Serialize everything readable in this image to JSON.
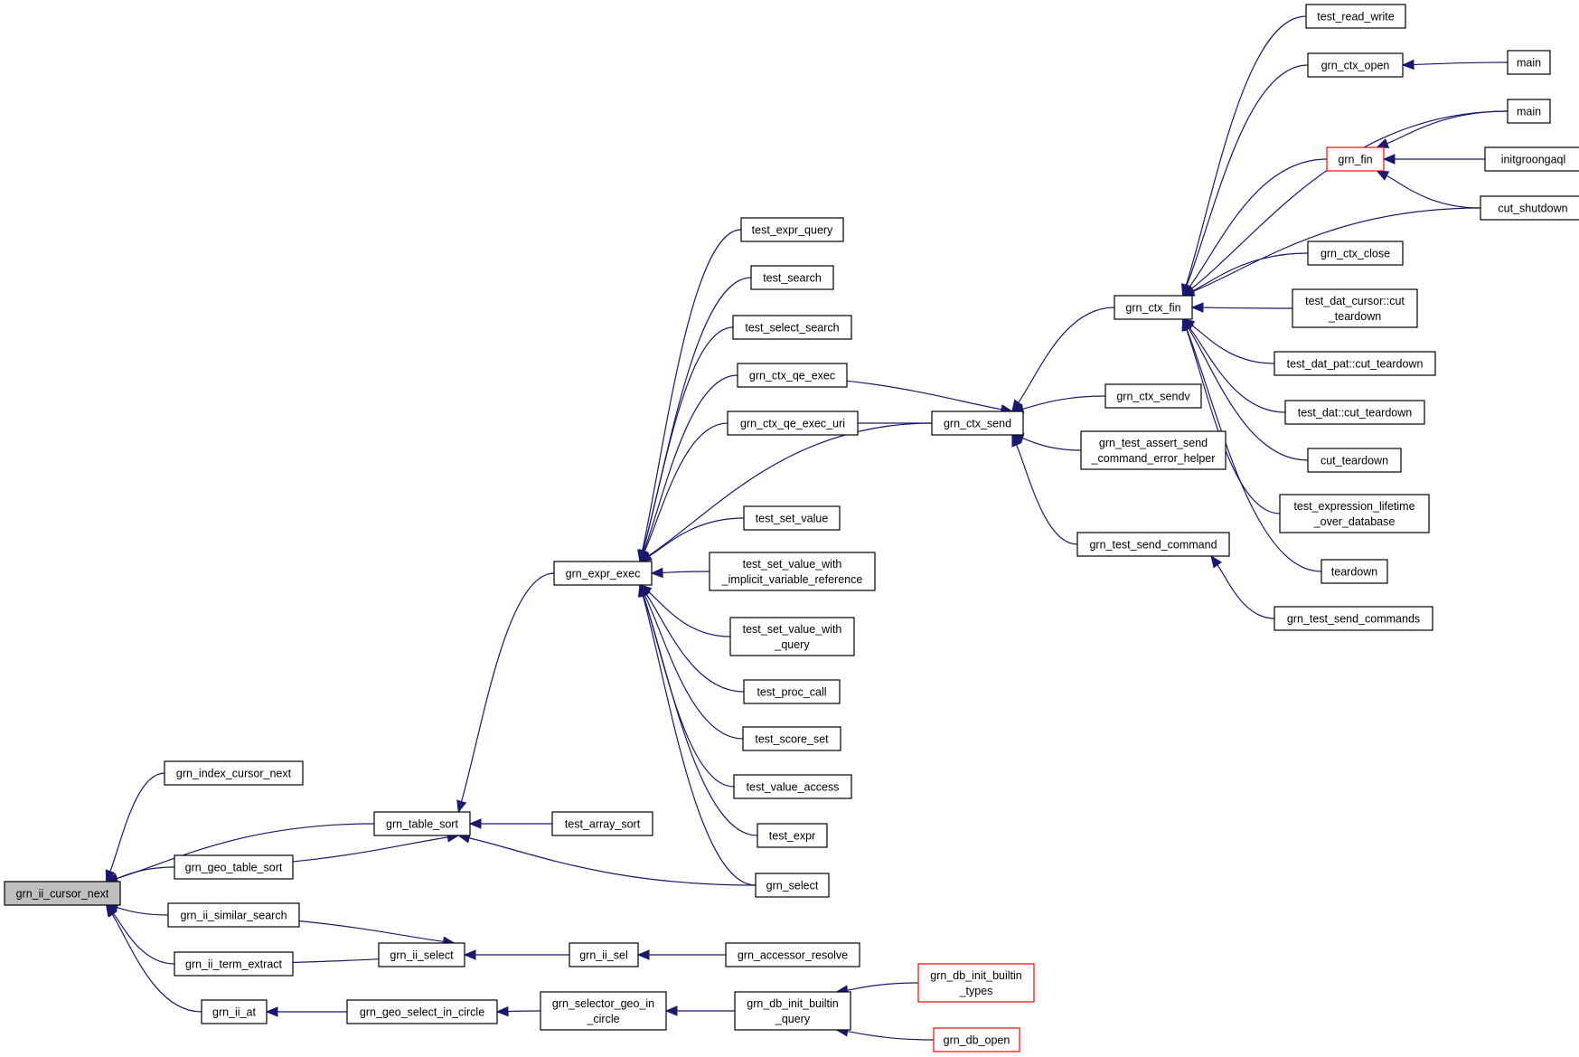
{
  "diagram": {
    "colors": {
      "edge": "#191970",
      "border": "#000000",
      "border_truncated": "#ff0000",
      "root_fill": "#bfbfbf",
      "background": "#ffffff"
    },
    "nodes": [
      {
        "id": "grn_ii_cursor_next",
        "lines": [
          "grn_ii_cursor_next"
        ],
        "root": true
      },
      {
        "id": "grn_index_cursor_next",
        "lines": [
          "grn_index_cursor_next"
        ]
      },
      {
        "id": "grn_geo_table_sort",
        "lines": [
          "grn_geo_table_sort"
        ]
      },
      {
        "id": "grn_ii_similar_search",
        "lines": [
          "grn_ii_similar_search"
        ]
      },
      {
        "id": "grn_ii_term_extract",
        "lines": [
          "grn_ii_term_extract"
        ]
      },
      {
        "id": "grn_ii_at",
        "lines": [
          "grn_ii_at"
        ]
      },
      {
        "id": "grn_table_sort",
        "lines": [
          "grn_table_sort"
        ]
      },
      {
        "id": "grn_ii_select",
        "lines": [
          "grn_ii_select"
        ]
      },
      {
        "id": "grn_geo_select_in_circle",
        "lines": [
          "grn_geo_select_in_circle"
        ]
      },
      {
        "id": "grn_expr_exec",
        "lines": [
          "grn_expr_exec"
        ]
      },
      {
        "id": "test_array_sort",
        "lines": [
          "test_array_sort"
        ]
      },
      {
        "id": "grn_select",
        "lines": [
          "grn_select"
        ]
      },
      {
        "id": "grn_ii_sel",
        "lines": [
          "grn_ii_sel"
        ]
      },
      {
        "id": "grn_accessor_resolve",
        "lines": [
          "grn_accessor_resolve"
        ]
      },
      {
        "id": "grn_selector_geo_in_circle",
        "lines": [
          "grn_selector_geo_in",
          "_circle"
        ]
      },
      {
        "id": "grn_db_init_builtin_query",
        "lines": [
          "grn_db_init_builtin",
          "_query"
        ]
      },
      {
        "id": "grn_db_init_builtin_types",
        "lines": [
          "grn_db_init_builtin",
          "_types"
        ],
        "truncated": true
      },
      {
        "id": "grn_db_open",
        "lines": [
          "grn_db_open"
        ],
        "truncated": true
      },
      {
        "id": "test_expr_query",
        "lines": [
          "test_expr_query"
        ]
      },
      {
        "id": "test_search",
        "lines": [
          "test_search"
        ]
      },
      {
        "id": "test_select_search",
        "lines": [
          "test_select_search"
        ]
      },
      {
        "id": "grn_ctx_qe_exec",
        "lines": [
          "grn_ctx_qe_exec"
        ]
      },
      {
        "id": "grn_ctx_qe_exec_uri",
        "lines": [
          "grn_ctx_qe_exec_uri"
        ]
      },
      {
        "id": "test_set_value",
        "lines": [
          "test_set_value"
        ]
      },
      {
        "id": "test_set_value_with_implicit",
        "lines": [
          "test_set_value_with",
          "_implicit_variable_reference"
        ]
      },
      {
        "id": "test_set_value_with_query",
        "lines": [
          "test_set_value_with",
          "_query"
        ]
      },
      {
        "id": "test_proc_call",
        "lines": [
          "test_proc_call"
        ]
      },
      {
        "id": "test_score_set",
        "lines": [
          "test_score_set"
        ]
      },
      {
        "id": "test_value_access",
        "lines": [
          "test_value_access"
        ]
      },
      {
        "id": "test_expr",
        "lines": [
          "test_expr"
        ]
      },
      {
        "id": "grn_ctx_send",
        "lines": [
          "grn_ctx_send"
        ]
      },
      {
        "id": "grn_ctx_fin",
        "lines": [
          "grn_ctx_fin"
        ]
      },
      {
        "id": "grn_ctx_sendv",
        "lines": [
          "grn_ctx_sendv"
        ]
      },
      {
        "id": "grn_test_assert_send",
        "lines": [
          "grn_test_assert_send",
          "_command_error_helper"
        ]
      },
      {
        "id": "grn_test_send_command",
        "lines": [
          "grn_test_send_command"
        ]
      },
      {
        "id": "grn_test_send_commands",
        "lines": [
          "grn_test_send_commands"
        ]
      },
      {
        "id": "test_read_write",
        "lines": [
          "test_read_write"
        ]
      },
      {
        "id": "grn_ctx_open",
        "lines": [
          "grn_ctx_open"
        ]
      },
      {
        "id": "main_1",
        "lines": [
          "main"
        ]
      },
      {
        "id": "main_2",
        "lines": [
          "main"
        ]
      },
      {
        "id": "grn_fin",
        "lines": [
          "grn_fin"
        ],
        "truncated": true
      },
      {
        "id": "initgroongaql",
        "lines": [
          "initgroongaql"
        ]
      },
      {
        "id": "cut_shutdown",
        "lines": [
          "cut_shutdown"
        ]
      },
      {
        "id": "grn_ctx_close",
        "lines": [
          "grn_ctx_close"
        ]
      },
      {
        "id": "test_dat_cursor_cut_teardown",
        "lines": [
          "test_dat_cursor::cut",
          "_teardown"
        ]
      },
      {
        "id": "test_dat_pat_cut_teardown",
        "lines": [
          "test_dat_pat::cut_teardown"
        ]
      },
      {
        "id": "test_dat_cut_teardown",
        "lines": [
          "test_dat::cut_teardown"
        ]
      },
      {
        "id": "cut_teardown",
        "lines": [
          "cut_teardown"
        ]
      },
      {
        "id": "test_expression_lifetime",
        "lines": [
          "test_expression_lifetime",
          "_over_database"
        ]
      },
      {
        "id": "teardown",
        "lines": [
          "teardown"
        ]
      }
    ],
    "edges": [
      [
        "grn_index_cursor_next",
        "grn_ii_cursor_next"
      ],
      [
        "grn_table_sort",
        "grn_ii_cursor_next"
      ],
      [
        "grn_geo_table_sort",
        "grn_ii_cursor_next"
      ],
      [
        "grn_ii_similar_search",
        "grn_ii_cursor_next"
      ],
      [
        "grn_ii_term_extract",
        "grn_ii_cursor_next"
      ],
      [
        "grn_ii_at",
        "grn_ii_cursor_next"
      ],
      [
        "grn_geo_table_sort",
        "grn_table_sort"
      ],
      [
        "grn_expr_exec",
        "grn_table_sort"
      ],
      [
        "test_array_sort",
        "grn_table_sort"
      ],
      [
        "grn_select",
        "grn_table_sort"
      ],
      [
        "grn_ii_similar_search",
        "grn_ii_select"
      ],
      [
        "grn_ii_term_extract",
        "grn_ii_select"
      ],
      [
        "grn_ii_sel",
        "grn_ii_select"
      ],
      [
        "grn_accessor_resolve",
        "grn_ii_sel"
      ],
      [
        "grn_geo_select_in_circle",
        "grn_ii_at"
      ],
      [
        "grn_selector_geo_in_circle",
        "grn_geo_select_in_circle"
      ],
      [
        "grn_db_init_builtin_query",
        "grn_selector_geo_in_circle"
      ],
      [
        "grn_db_init_builtin_types",
        "grn_db_init_builtin_query"
      ],
      [
        "grn_db_open",
        "grn_db_init_builtin_query"
      ],
      [
        "test_expr_query",
        "grn_expr_exec"
      ],
      [
        "test_search",
        "grn_expr_exec"
      ],
      [
        "test_select_search",
        "grn_expr_exec"
      ],
      [
        "grn_ctx_qe_exec",
        "grn_expr_exec"
      ],
      [
        "grn_ctx_qe_exec_uri",
        "grn_expr_exec"
      ],
      [
        "grn_ctx_send",
        "grn_expr_exec"
      ],
      [
        "test_set_value",
        "grn_expr_exec"
      ],
      [
        "test_set_value_with_implicit",
        "grn_expr_exec"
      ],
      [
        "test_set_value_with_query",
        "grn_expr_exec"
      ],
      [
        "test_proc_call",
        "grn_expr_exec"
      ],
      [
        "test_score_set",
        "grn_expr_exec"
      ],
      [
        "test_value_access",
        "grn_expr_exec"
      ],
      [
        "test_expr",
        "grn_expr_exec"
      ],
      [
        "grn_select",
        "grn_expr_exec"
      ],
      [
        "grn_ctx_qe_exec",
        "grn_ctx_send"
      ],
      [
        "grn_ctx_qe_exec_uri",
        "grn_ctx_send"
      ],
      [
        "grn_ctx_fin",
        "grn_ctx_send"
      ],
      [
        "grn_ctx_sendv",
        "grn_ctx_send"
      ],
      [
        "grn_test_assert_send",
        "grn_ctx_send"
      ],
      [
        "grn_test_send_command",
        "grn_ctx_send"
      ],
      [
        "grn_test_send_commands",
        "grn_test_send_command"
      ],
      [
        "test_read_write",
        "grn_ctx_fin"
      ],
      [
        "grn_ctx_open",
        "grn_ctx_fin"
      ],
      [
        "main_2",
        "grn_ctx_fin"
      ],
      [
        "grn_fin",
        "grn_ctx_fin"
      ],
      [
        "cut_shutdown",
        "grn_ctx_fin"
      ],
      [
        "grn_ctx_close",
        "grn_ctx_fin"
      ],
      [
        "test_dat_cursor_cut_teardown",
        "grn_ctx_fin"
      ],
      [
        "test_dat_pat_cut_teardown",
        "grn_ctx_fin"
      ],
      [
        "test_dat_cut_teardown",
        "grn_ctx_fin"
      ],
      [
        "cut_teardown",
        "grn_ctx_fin"
      ],
      [
        "test_expression_lifetime",
        "grn_ctx_fin"
      ],
      [
        "teardown",
        "grn_ctx_fin"
      ],
      [
        "main_1",
        "grn_ctx_open"
      ],
      [
        "main_2",
        "grn_fin"
      ],
      [
        "initgroongaql",
        "grn_fin"
      ],
      [
        "cut_shutdown",
        "grn_fin"
      ]
    ]
  }
}
